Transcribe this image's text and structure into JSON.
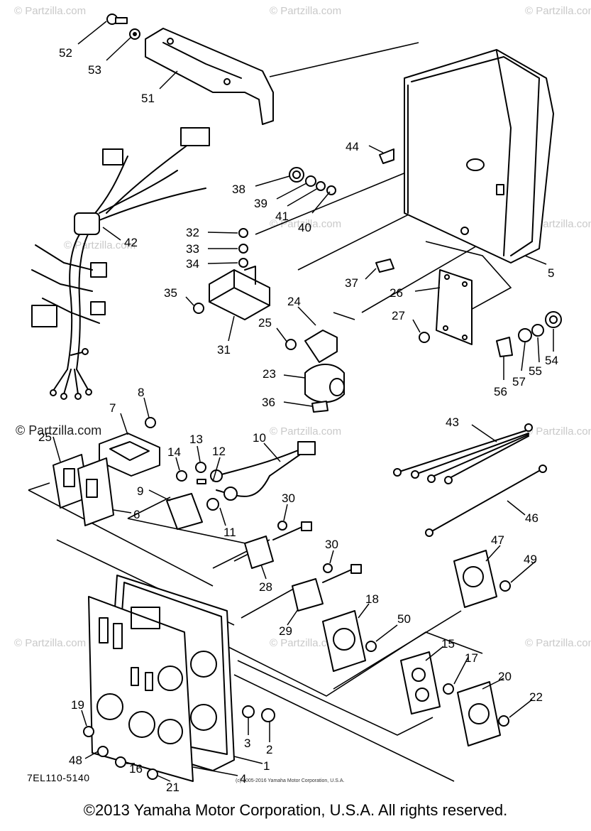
{
  "diagram_ref": "7EL110-5140",
  "small_credit": "(c) 2005-2016 Yamaha Motor Corporation, U.S.A.",
  "copyright": "©2013 Yamaha Motor Corporation, U.S.A. All rights reserved.",
  "watermark": "© Partzilla.com",
  "callouts": [
    "52",
    "53",
    "51",
    "44",
    "38",
    "39",
    "41",
    "40",
    "42",
    "32",
    "33",
    "34",
    "5",
    "37",
    "26",
    "35",
    "24",
    "27",
    "25",
    "31",
    "54",
    "55",
    "57",
    "56",
    "23",
    "36",
    "8",
    "43",
    "7",
    "13",
    "14",
    "12",
    "10",
    "25",
    "6",
    "9",
    "11",
    "30",
    "46",
    "47",
    "49",
    "30",
    "28",
    "18",
    "50",
    "29",
    "15",
    "17",
    "20",
    "22",
    "19",
    "3",
    "2",
    "48",
    "16",
    "1",
    "21",
    "4"
  ]
}
